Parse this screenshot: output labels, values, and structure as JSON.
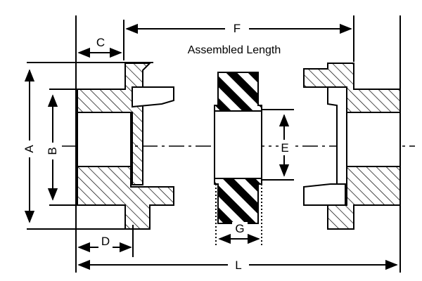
{
  "diagram": {
    "caption": "Assembled Length",
    "dimensions": {
      "A": "A",
      "B": "B",
      "C": "C",
      "D": "D",
      "E": "E",
      "F": "F",
      "G": "G",
      "L": "L"
    },
    "colors": {
      "line": "#000000",
      "background": "#ffffff"
    }
  }
}
